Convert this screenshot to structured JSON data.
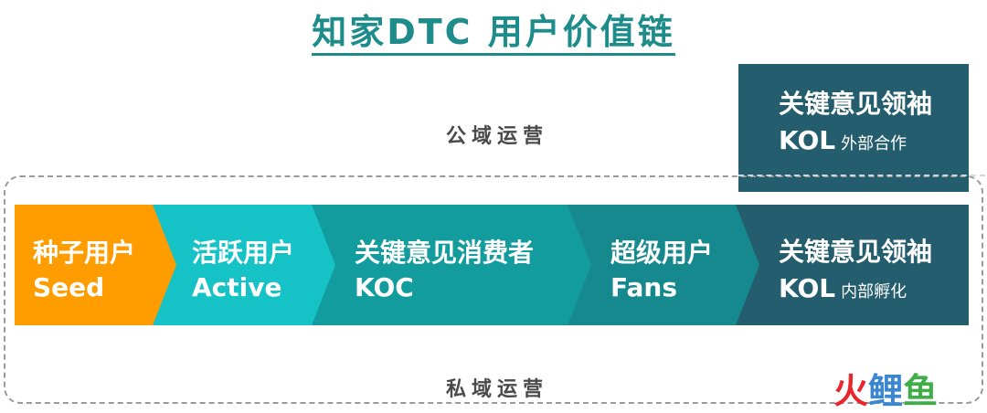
{
  "title": "知家DTC 用户价值链",
  "zones": {
    "public": "公域运营",
    "private": "私域运营"
  },
  "stages": [
    {
      "name": "种子用户",
      "en": "Seed",
      "color": "#ff9d00"
    },
    {
      "name": "活跃用户",
      "en": "Active",
      "color": "#15c3c6"
    },
    {
      "name": "关键意见消费者",
      "en": "KOC",
      "color": "#139c9e"
    },
    {
      "name": "超级用户",
      "en": "Fans",
      "color": "#16898f"
    }
  ],
  "kol_external": {
    "name": "关键意见领袖",
    "abbr": "KOL",
    "note": "外部合作"
  },
  "kol_internal": {
    "name": "关键意见领袖",
    "abbr": "KOL",
    "note": "内部孵化",
    "color": "#245e6e"
  },
  "logo": {
    "part1": "火",
    "part2": "鲤",
    "part3": "鱼",
    "colors": [
      "#e8262b",
      "#3a86d1",
      "#3fae49"
    ]
  }
}
